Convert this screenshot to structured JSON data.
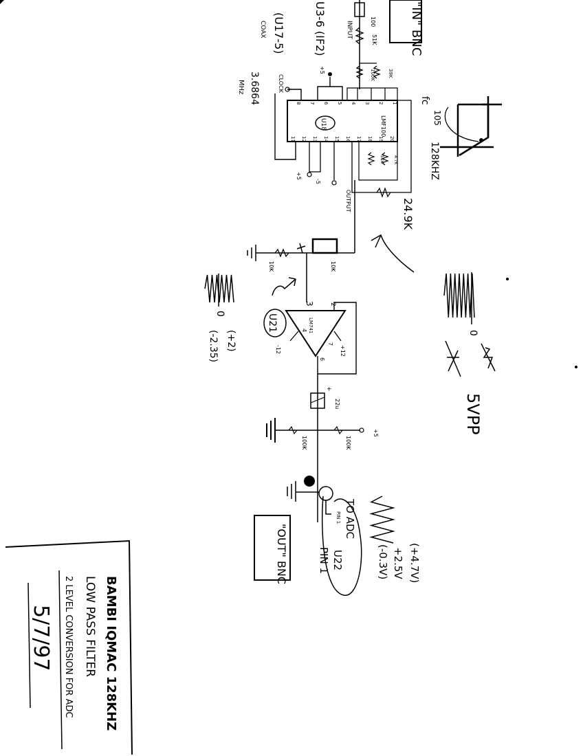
{
  "title_block": {
    "project": "BAMBI IQMAC 128KHZ",
    "subtitle": "LOW PASS FILTER",
    "subtitle2": "2 LEVEL CONVERSION FOR ADC",
    "date": "5/7/97"
  },
  "input": {
    "connector": "\"IN\" BNC",
    "source": "U3-6 (IF2)",
    "label": "INPUT",
    "resistor_top": "100",
    "resistor_series": "51K",
    "resistor_a": "100K",
    "resistor_b": "39K"
  },
  "filter_chip": {
    "ref": "U18",
    "part": "LMF100",
    "clock_source": "(U17-5)",
    "clock_label": "CLOCK",
    "clock_type": "COAX",
    "clock_freq": "3.6864",
    "clock_unit": "MHz",
    "pos_supply": "+5",
    "neg_supply": "-5",
    "pos_supply2": "+5",
    "pins_top": [
      "8",
      "7",
      "6",
      "5",
      "4",
      "3",
      "2",
      "1"
    ],
    "pins_bottom": [
      "11",
      "12",
      "13",
      "14",
      "15",
      "16",
      "17",
      "18",
      "19",
      "20"
    ],
    "r_c": "51K",
    "r_d": "4.7K",
    "feedback_resistor": "24.9K",
    "output_label": "OUTPUT"
  },
  "filter_response": {
    "label_fc": "fc",
    "value_fc": "105",
    "freq": "128KHZ"
  },
  "divider": {
    "r_ground": "10K",
    "r_series": "10K",
    "ground": "⏚"
  },
  "opamp": {
    "ref": "U21",
    "part": "LM741",
    "pin_in_pos": "3",
    "pin_in_neg": "2",
    "pin_v_pos": "7",
    "pin_v_neg": "4",
    "pin_out": "6",
    "supply_pos": "+12",
    "supply_neg": "-12",
    "wave_top": "(+2)",
    "wave_mid": "0",
    "wave_bot": "(-2.35)"
  },
  "output_wave": {
    "level_zero": "0",
    "amplitude": "5VPP"
  },
  "output_stage": {
    "cap": "22u",
    "cap_plus": "+",
    "r_to_ground": "100K",
    "r_to_supply": "100K",
    "supply": "+5",
    "pin": "PIN 1",
    "connector": "\"OUT\" BNC",
    "adc_label": "TO ADC",
    "adc_ref": "U22",
    "adc_pin": "PIN 1",
    "level_high": "(+4.7V)",
    "level_mid": "+2.5V",
    "level_low": "(-0.3V)"
  }
}
